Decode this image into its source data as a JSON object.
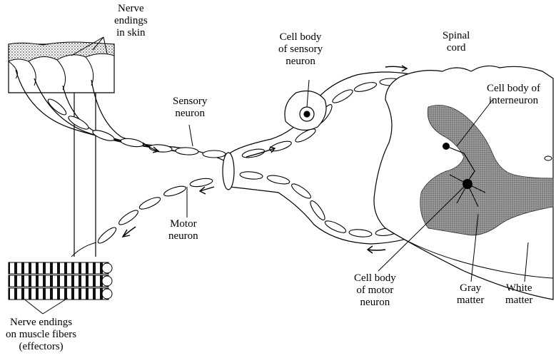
{
  "diagram": {
    "labels": {
      "nerve_endings_skin": [
        "Nerve",
        "endings",
        "in skin"
      ],
      "sensory_neuron": [
        "Sensory",
        "neuron"
      ],
      "cell_body_sensory": [
        "Cell body",
        "of sensory",
        "neuron"
      ],
      "spinal_cord": [
        "Spinal",
        "cord"
      ],
      "cell_body_interneuron": [
        "Cell body of",
        "interneuron"
      ],
      "motor_neuron": [
        "Motor",
        "neuron"
      ],
      "cell_body_motor": [
        "Cell body",
        "of motor",
        "neuron"
      ],
      "gray_matter": [
        "Gray",
        "matter"
      ],
      "white_matter": [
        "White",
        "matter"
      ],
      "nerve_endings_muscle": [
        "Nerve endings",
        "on muscle fibers",
        "(effectors)"
      ]
    },
    "colors": {
      "ink": "#000000",
      "paper": "#ffffff",
      "gray_matter": "#8a8a8a",
      "skin_stipple": "#555555"
    }
  }
}
